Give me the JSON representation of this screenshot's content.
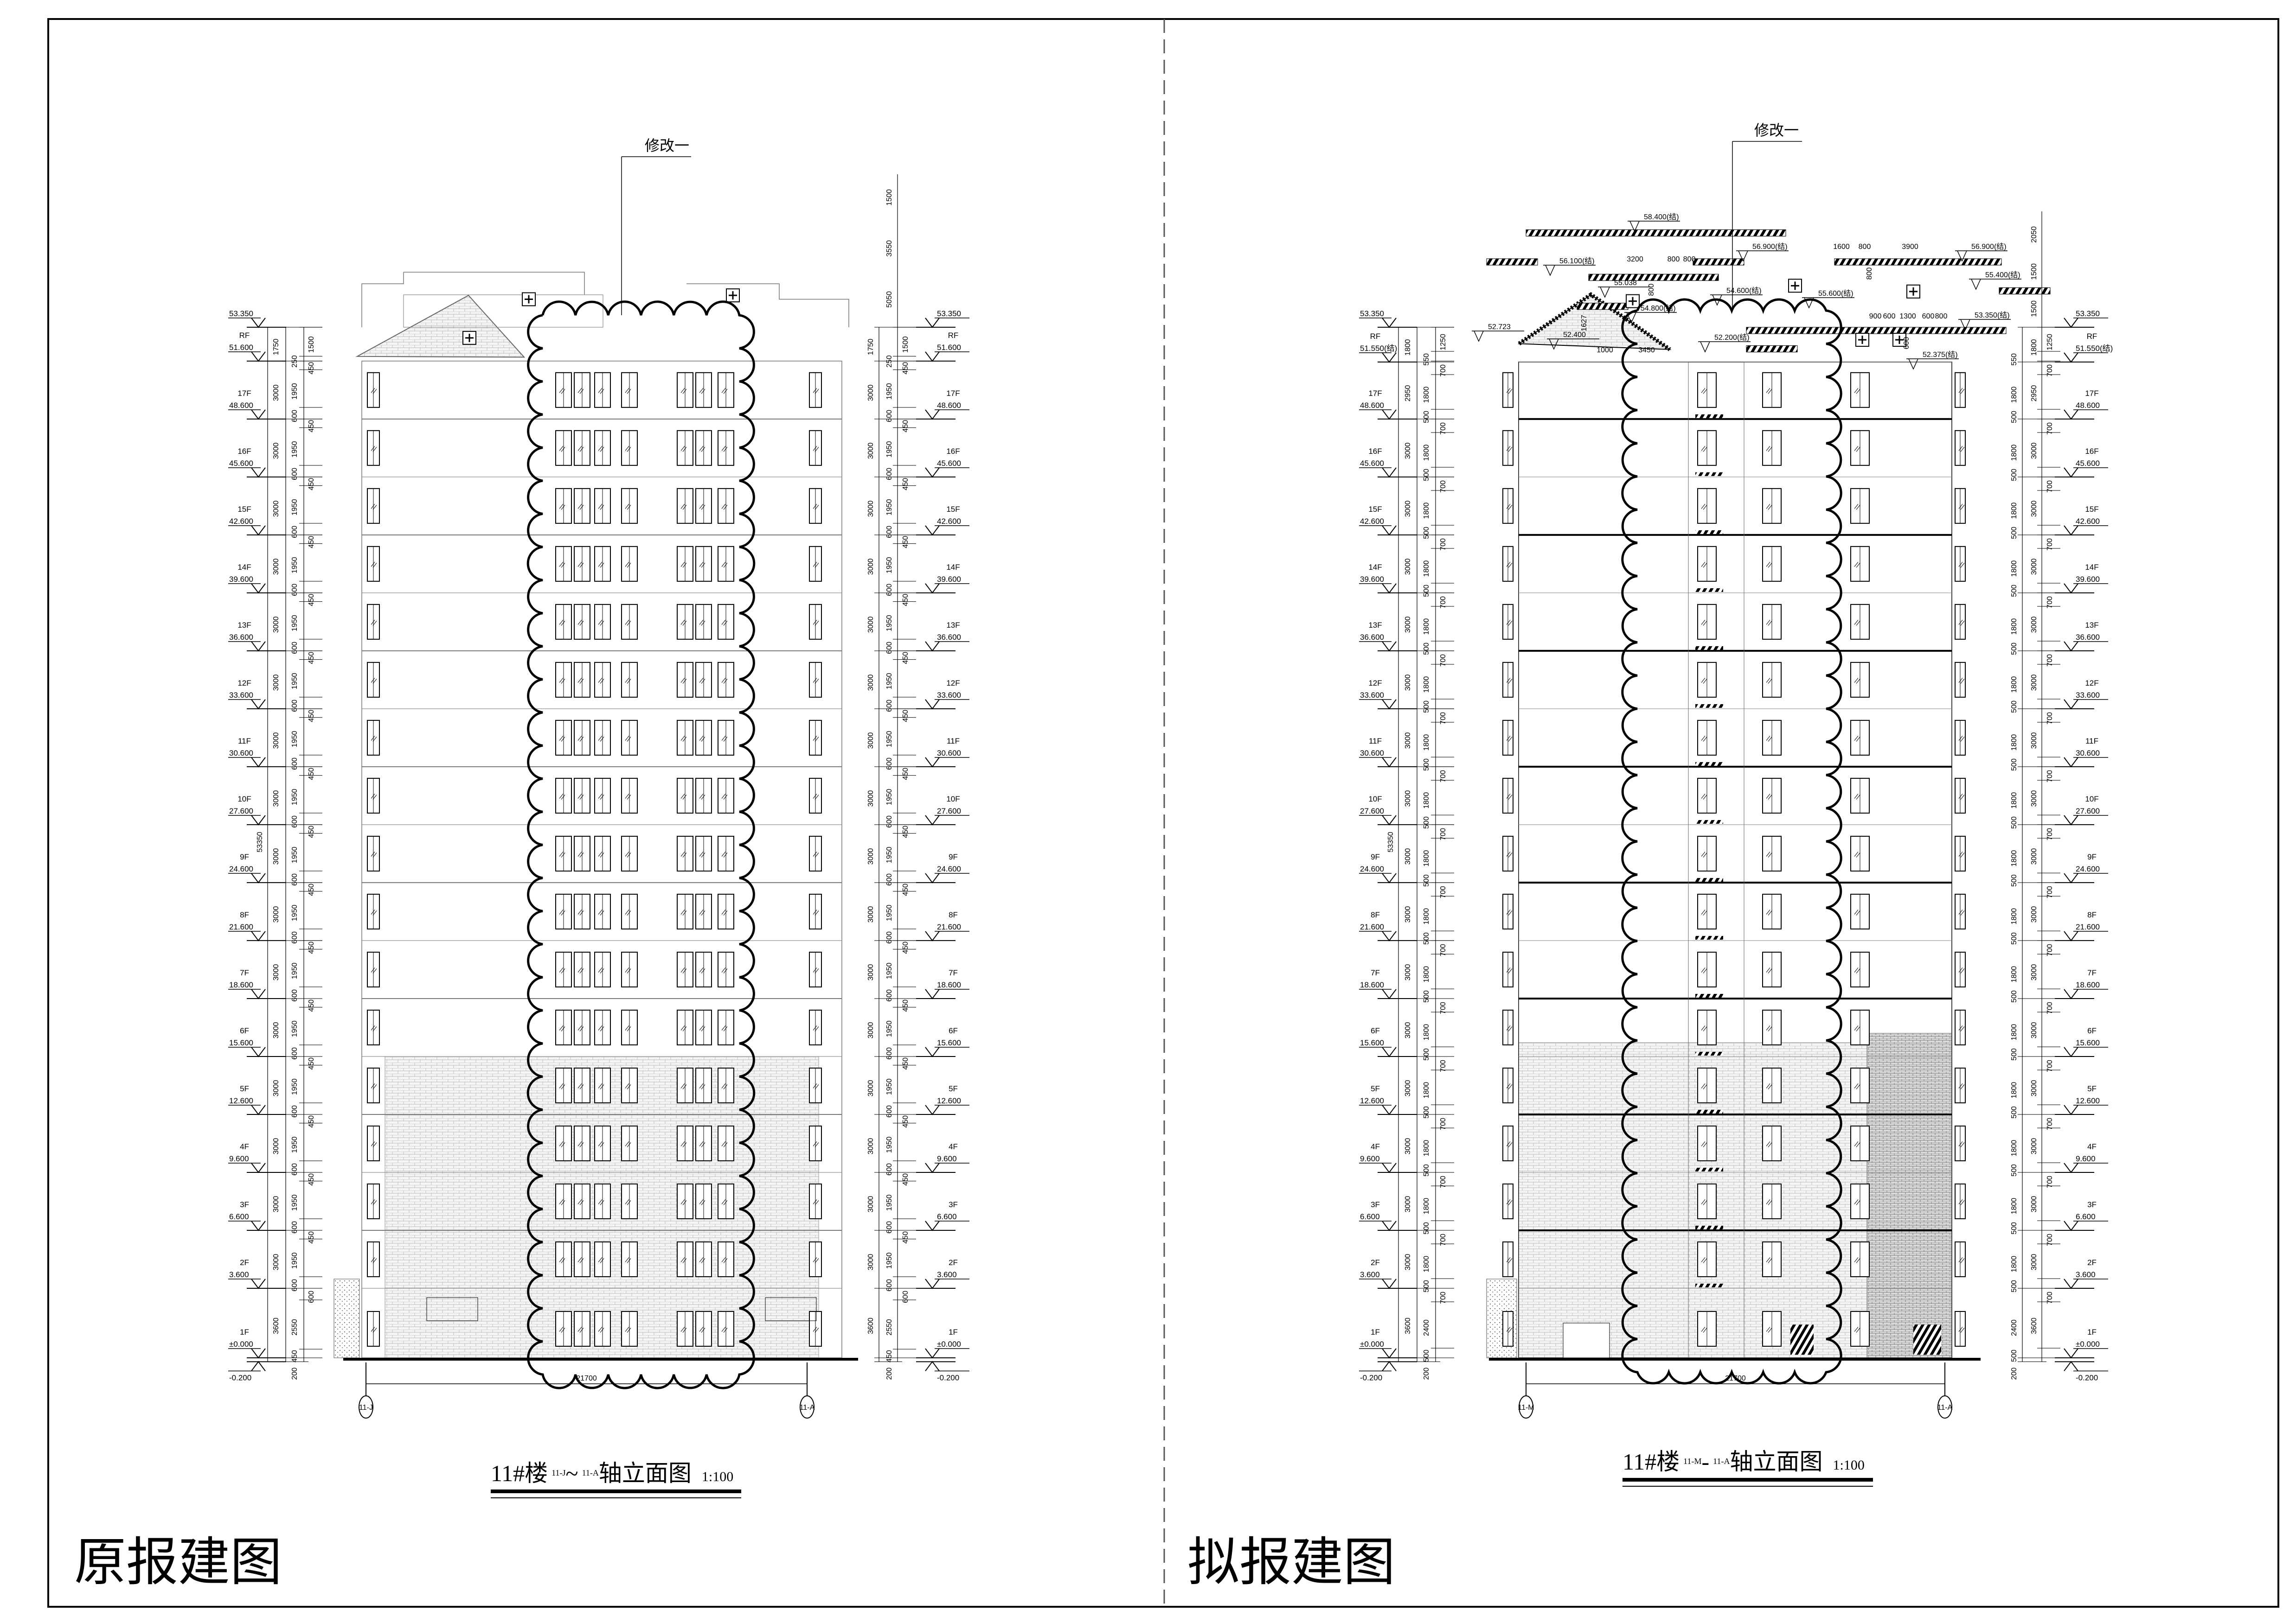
{
  "left": {
    "stamp": "原报建图",
    "revision_label": "修改一",
    "title": {
      "prefix": "11#楼",
      "axis_start": "11-J",
      "separator": "~",
      "axis_end": "11-A",
      "suffix": "轴立面图",
      "scale": "1:100"
    },
    "axes": {
      "start": "11-J",
      "end": "11-A",
      "span": "21700"
    },
    "levels": [
      {
        "name": "1F",
        "elev": "±0.000"
      },
      {
        "name": "2F",
        "elev": "3.600"
      },
      {
        "name": "3F",
        "elev": "6.600"
      },
      {
        "name": "4F",
        "elev": "9.600"
      },
      {
        "name": "5F",
        "elev": "12.600"
      },
      {
        "name": "6F",
        "elev": "15.600"
      },
      {
        "name": "7F",
        "elev": "18.600"
      },
      {
        "name": "8F",
        "elev": "21.600"
      },
      {
        "name": "9F",
        "elev": "24.600"
      },
      {
        "name": "10F",
        "elev": "27.600"
      },
      {
        "name": "11F",
        "elev": "30.600"
      },
      {
        "name": "12F",
        "elev": "33.600"
      },
      {
        "name": "13F",
        "elev": "36.600"
      },
      {
        "name": "14F",
        "elev": "39.600"
      },
      {
        "name": "15F",
        "elev": "42.600"
      },
      {
        "name": "16F",
        "elev": "45.600"
      },
      {
        "name": "17F",
        "elev": "48.600"
      },
      {
        "name": "RF",
        "elev": "51.600"
      }
    ],
    "top_elev": "53.350",
    "ground_elev": "-0.200",
    "total_height": "53350",
    "dims_outer": [
      "3600",
      "3000",
      "3000",
      "3000",
      "3000",
      "3000",
      "3000",
      "3000",
      "3000",
      "3000",
      "3000",
      "3000",
      "3000",
      "3000",
      "3000",
      "3000",
      "3000",
      "1750"
    ],
    "dims_inner_first": [
      "450",
      "2550",
      "600"
    ],
    "dims_inner_typical": [
      "600",
      "1950",
      "450"
    ],
    "dims_inner_roof": [
      "250",
      "1500"
    ],
    "dims_ground": "200",
    "roof_dims": [
      "5050",
      "3550",
      "1500"
    ]
  },
  "right": {
    "stamp": "拟报建图",
    "revision_label": "修改一",
    "title": {
      "prefix": "11#楼",
      "axis_start": "11-M",
      "separator": "-",
      "axis_end": "11-A",
      "suffix": "轴立面图",
      "scale": "1:100"
    },
    "axes": {
      "start": "11-M",
      "end": "11-A",
      "span": "21700"
    },
    "levels": [
      {
        "name": "1F",
        "elev": "±0.000"
      },
      {
        "name": "2F",
        "elev": "3.600"
      },
      {
        "name": "3F",
        "elev": "6.600"
      },
      {
        "name": "4F",
        "elev": "9.600"
      },
      {
        "name": "5F",
        "elev": "12.600"
      },
      {
        "name": "6F",
        "elev": "15.600"
      },
      {
        "name": "7F",
        "elev": "18.600"
      },
      {
        "name": "8F",
        "elev": "21.600"
      },
      {
        "name": "9F",
        "elev": "24.600"
      },
      {
        "name": "10F",
        "elev": "27.600"
      },
      {
        "name": "11F",
        "elev": "30.600"
      },
      {
        "name": "12F",
        "elev": "33.600"
      },
      {
        "name": "13F",
        "elev": "36.600"
      },
      {
        "name": "14F",
        "elev": "39.600"
      },
      {
        "name": "15F",
        "elev": "42.600"
      },
      {
        "name": "16F",
        "elev": "45.600"
      },
      {
        "name": "17F",
        "elev": "48.600"
      },
      {
        "name": "RF",
        "elev": "51.550(结)"
      }
    ],
    "top_elev": "53.350",
    "ground_elev": "-0.200",
    "total_height": "53350",
    "dims_outer": [
      "3600",
      "3000",
      "3000",
      "3000",
      "3000",
      "3000",
      "3000",
      "3000",
      "3000",
      "3000",
      "3000",
      "3000",
      "3000",
      "3000",
      "3000",
      "3000",
      "2950",
      "1800"
    ],
    "dims_inner_first": [
      "500",
      "2400",
      "700"
    ],
    "dims_inner_typical": [
      "500",
      "1800",
      "700"
    ],
    "dims_inner_roof": [
      "550",
      "1250"
    ],
    "dims_ground": "200",
    "roof_dims": [
      "1500",
      "1500",
      "2050"
    ],
    "roof_annotations": [
      {
        "text": "58.400(结)",
        "h": 58.4
      },
      {
        "text": "56.900(结)",
        "h": 56.9
      },
      {
        "text": "56.900(结)",
        "h": 56.9
      },
      {
        "text": "56.100(结)",
        "h": 56.1
      },
      {
        "text": "55.600(结)",
        "h": 55.6
      },
      {
        "text": "55.400(结)",
        "h": 55.4
      },
      {
        "text": "55.038",
        "h": 55.038
      },
      {
        "text": "54.800(结)",
        "h": 54.8
      },
      {
        "text": "54.600(结)",
        "h": 54.6
      },
      {
        "text": "53.350(结)",
        "h": 53.35
      },
      {
        "text": "52.723",
        "h": 52.723
      },
      {
        "text": "52.400",
        "h": 52.4
      },
      {
        "text": "52.375(结)",
        "h": 52.375
      },
      {
        "text": "52.200(结)",
        "h": 52.2
      }
    ],
    "roof_dim_labels": [
      "3200",
      "800",
      "800",
      "1600",
      "800",
      "3900",
      "900",
      "600",
      "1300",
      "600",
      "800",
      "1000",
      "3450",
      "1627",
      "800",
      "800",
      "600"
    ]
  }
}
